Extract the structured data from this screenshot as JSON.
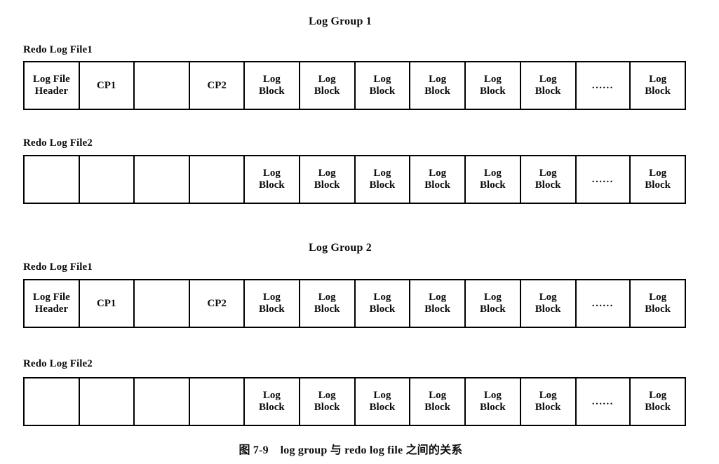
{
  "figure": {
    "caption": "图 7-9    log group 与 redo log file 之间的关系"
  },
  "labels": {
    "redo_log_file_1": "Redo Log File1",
    "redo_log_file_2": "Redo Log File2"
  },
  "cell_text": {
    "log_file_header": "Log File\nHeader",
    "cp1": "CP1",
    "cp2": "CP2",
    "log_block": "Log\nBlock",
    "ellipsis": "......",
    "empty": ""
  },
  "colors": {
    "background": "#ffffff",
    "ink": "#0d0d0d",
    "border": "#000000"
  },
  "groups": [
    {
      "title": "Log Group 1",
      "files": [
        {
          "label": "Redo Log File1",
          "cells": [
            {
              "text": "Log File\nHeader",
              "kind": "header"
            },
            {
              "text": "CP1",
              "kind": "cp1"
            },
            {
              "text": "",
              "kind": "gap"
            },
            {
              "text": "CP2",
              "kind": "cp2"
            },
            {
              "text": "Log\nBlock",
              "kind": "block"
            },
            {
              "text": "Log\nBlock",
              "kind": "block"
            },
            {
              "text": "Log\nBlock",
              "kind": "block"
            },
            {
              "text": "Log\nBlock",
              "kind": "block"
            },
            {
              "text": "Log\nBlock",
              "kind": "block"
            },
            {
              "text": "Log\nBlock",
              "kind": "block"
            },
            {
              "text": "......",
              "kind": "dots"
            },
            {
              "text": "Log\nBlock",
              "kind": "last"
            }
          ]
        },
        {
          "label": "Redo Log File2",
          "cells": [
            {
              "text": "",
              "kind": "header"
            },
            {
              "text": "",
              "kind": "cp1"
            },
            {
              "text": "",
              "kind": "gap"
            },
            {
              "text": "",
              "kind": "cp2"
            },
            {
              "text": "Log\nBlock",
              "kind": "block"
            },
            {
              "text": "Log\nBlock",
              "kind": "block"
            },
            {
              "text": "Log\nBlock",
              "kind": "block"
            },
            {
              "text": "Log\nBlock",
              "kind": "block"
            },
            {
              "text": "Log\nBlock",
              "kind": "block"
            },
            {
              "text": "Log\nBlock",
              "kind": "block"
            },
            {
              "text": "......",
              "kind": "dots"
            },
            {
              "text": "Log\nBlock",
              "kind": "last"
            }
          ]
        }
      ]
    },
    {
      "title": "Log Group 2",
      "files": [
        {
          "label": "Redo Log File1",
          "cells": [
            {
              "text": "Log File\nHeader",
              "kind": "header"
            },
            {
              "text": "CP1",
              "kind": "cp1"
            },
            {
              "text": "",
              "kind": "gap"
            },
            {
              "text": "CP2",
              "kind": "cp2"
            },
            {
              "text": "Log\nBlock",
              "kind": "block"
            },
            {
              "text": "Log\nBlock",
              "kind": "block"
            },
            {
              "text": "Log\nBlock",
              "kind": "block"
            },
            {
              "text": "Log\nBlock",
              "kind": "block"
            },
            {
              "text": "Log\nBlock",
              "kind": "block"
            },
            {
              "text": "Log\nBlock",
              "kind": "block"
            },
            {
              "text": "......",
              "kind": "dots"
            },
            {
              "text": "Log\nBlock",
              "kind": "last"
            }
          ]
        },
        {
          "label": "Redo Log File2",
          "cells": [
            {
              "text": "",
              "kind": "header"
            },
            {
              "text": "",
              "kind": "cp1"
            },
            {
              "text": "",
              "kind": "gap"
            },
            {
              "text": "",
              "kind": "cp2"
            },
            {
              "text": "Log\nBlock",
              "kind": "block"
            },
            {
              "text": "Log\nBlock",
              "kind": "block"
            },
            {
              "text": "Log\nBlock",
              "kind": "block"
            },
            {
              "text": "Log\nBlock",
              "kind": "block"
            },
            {
              "text": "Log\nBlock",
              "kind": "block"
            },
            {
              "text": "Log\nBlock",
              "kind": "block"
            },
            {
              "text": "......",
              "kind": "dots"
            },
            {
              "text": "Log\nBlock",
              "kind": "last"
            }
          ]
        }
      ]
    }
  ]
}
